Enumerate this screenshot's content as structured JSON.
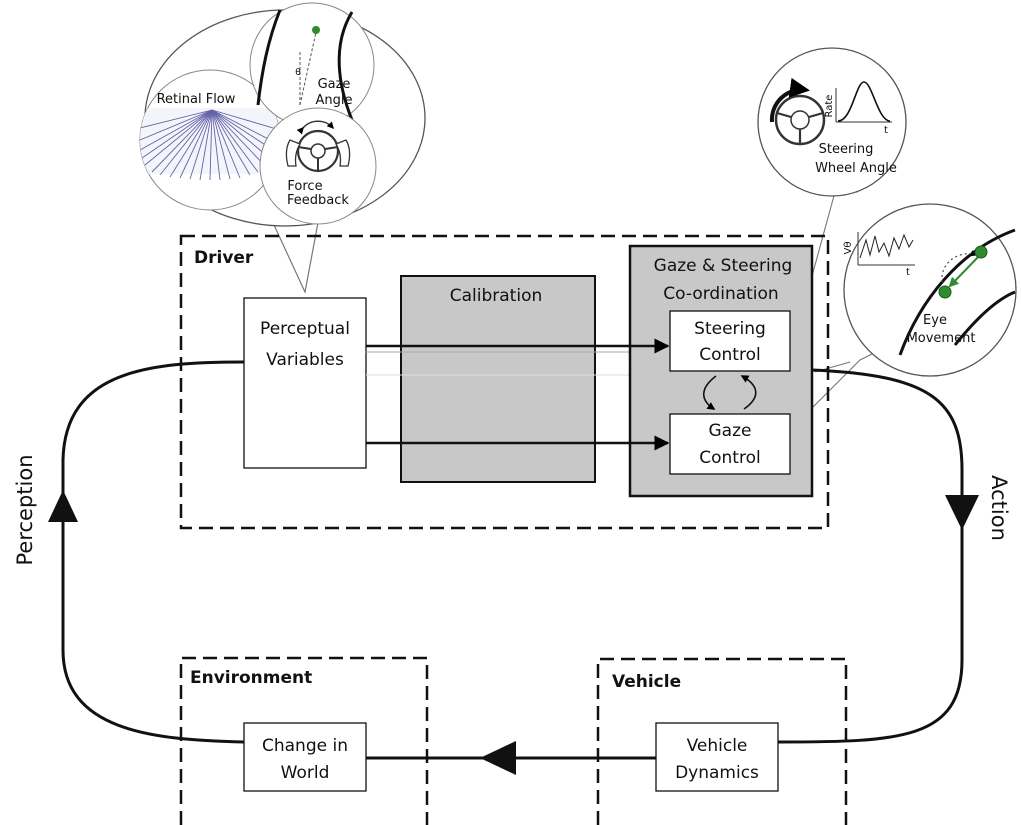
{
  "driver": {
    "title": "Driver",
    "perceptual_variables": [
      "Perceptual",
      "Variables"
    ],
    "calibration": "Calibration",
    "coordination_title": [
      "Gaze & Steering",
      "Co-ordination"
    ],
    "steering_control": [
      "Steering",
      "Control"
    ],
    "gaze_control": [
      "Gaze",
      "Control"
    ]
  },
  "environment": {
    "title": "Environment",
    "change_in_world": [
      "Change in",
      "World"
    ]
  },
  "vehicle": {
    "title": "Vehicle",
    "vehicle_dynamics": [
      "Vehicle",
      "Dynamics"
    ]
  },
  "loop": {
    "perception": "Perception",
    "action": "Action"
  },
  "perception_bubble": {
    "retinal_flow": "Retinal Flow",
    "gaze_angle": [
      "Gaze",
      "Angle"
    ],
    "theta": "θ",
    "force_feedback": [
      "Force",
      "Feedback"
    ]
  },
  "steering_bubble": {
    "label": [
      "Steering",
      "Wheel Angle"
    ],
    "y_axis": "Rate",
    "x_axis": "t"
  },
  "eye_bubble": {
    "label": [
      "Eye",
      "Movement"
    ],
    "y_axis": "Vθ",
    "x_axis": "t"
  },
  "colors": {
    "gray_box": "#c8c8c8",
    "green_dot": "#2e8b2e",
    "flow_lines": "#4a4a9a"
  }
}
